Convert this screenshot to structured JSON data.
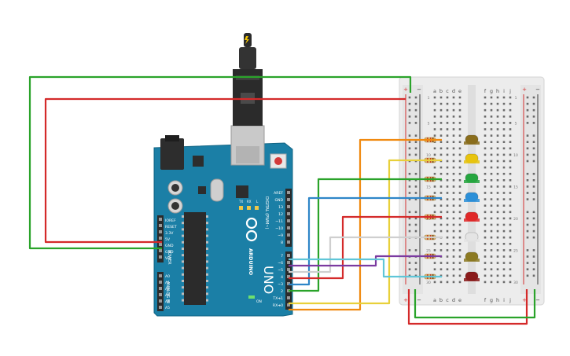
{
  "arduino": {
    "brand": "ARDUINO",
    "model": "UNO",
    "power_label": "POWER",
    "analog_label": "ANALOG IN",
    "digital_label": "DIGITAL (PWM~)",
    "on_label": "ON",
    "tx_label": "TX",
    "rx_label": "RX",
    "l_label": "L",
    "power_pins": [
      "IOREF",
      "RESET",
      "3.3V",
      "5V",
      "GND",
      "GND",
      "Vin"
    ],
    "analog_pins": [
      "A0",
      "A1",
      "A2",
      "A3",
      "A4",
      "A5"
    ],
    "digital_top": [
      "AREF",
      "GND",
      "13",
      "12",
      "~11",
      "~10",
      "~9",
      "8"
    ],
    "digital_bottom": [
      "7",
      "~6",
      "~5",
      "4",
      "~3",
      "2",
      "TX➜1",
      "RX➜0"
    ]
  },
  "breadboard": {
    "columns_left": [
      "a",
      "b",
      "c",
      "d",
      "e"
    ],
    "columns_right": [
      "f",
      "g",
      "h",
      "i",
      "j"
    ],
    "row_numbers": [
      "1",
      "5",
      "10",
      "15",
      "20",
      "25",
      "30"
    ],
    "plus": "+",
    "minus": "−"
  },
  "leds": [
    {
      "color": "#8a6d1c",
      "name": "brown"
    },
    {
      "color": "#e8c40e",
      "name": "yellow"
    },
    {
      "color": "#26a640",
      "name": "green"
    },
    {
      "color": "#2b8fd8",
      "name": "blue"
    },
    {
      "color": "#e02828",
      "name": "red"
    },
    {
      "color": "#e4e4e4",
      "name": "white"
    },
    {
      "color": "#8c7a22",
      "name": "olive"
    },
    {
      "color": "#8a1a1a",
      "name": "dark-red"
    }
  ],
  "wire_colors": {
    "gnd": "#2aa32a",
    "vcc": "#d42a2a",
    "pin7": "#f08a10",
    "pin6": "#e8d03a",
    "pin5": "#2aa32a",
    "pin4": "#2e86c8",
    "pin3": "#d42a2a",
    "pin2": "#cfcfcf",
    "pin1": "#7b3aa0",
    "pin0": "#5fc6d8"
  }
}
